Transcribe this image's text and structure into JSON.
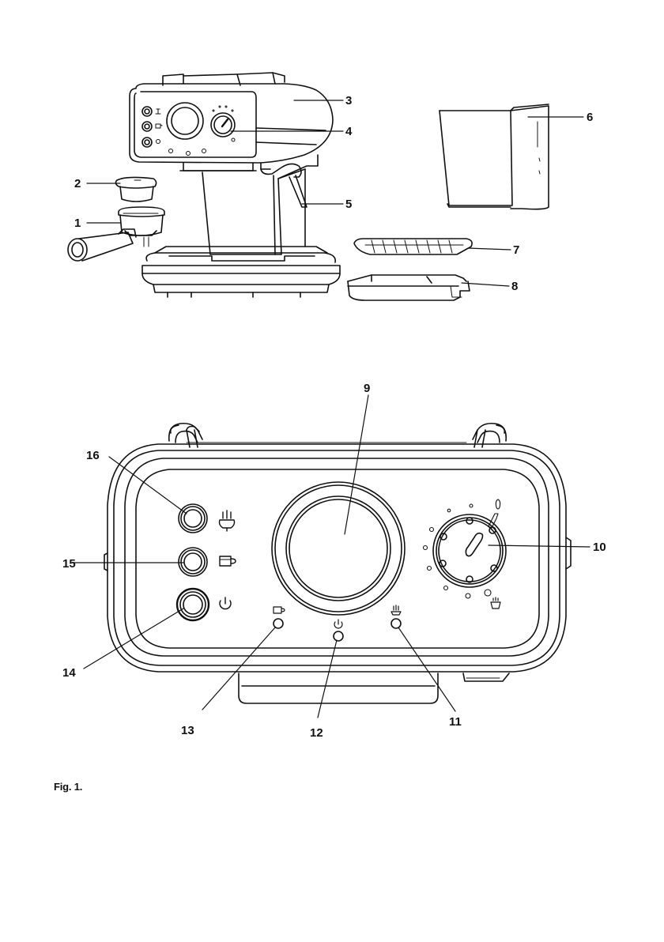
{
  "caption": "Fig. 1.",
  "callouts": [
    "1",
    "2",
    "3",
    "4",
    "5",
    "6",
    "7",
    "8",
    "9",
    "10",
    "11",
    "12",
    "13",
    "14",
    "15",
    "16"
  ],
  "colors": {
    "ink": "#111111",
    "paper": "#ffffff",
    "shade": "#e6e6e6"
  },
  "icons": {
    "steam": "steam-icon",
    "cup": "coffee-cup-icon",
    "power": "power-icon",
    "hot_water": "hot-water-icon"
  }
}
